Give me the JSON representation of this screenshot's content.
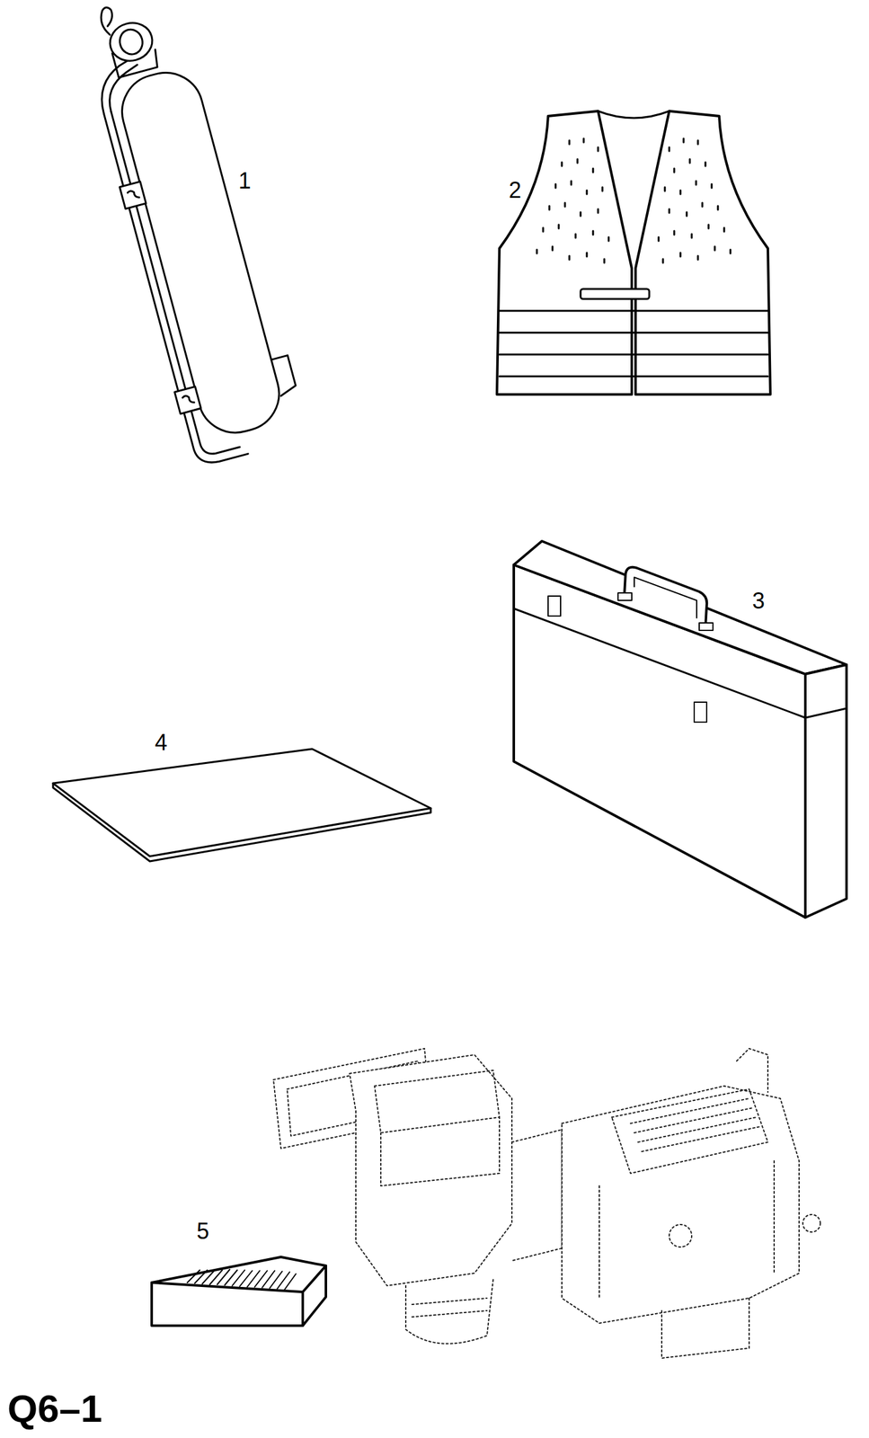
{
  "diagram": {
    "labels": [
      "1",
      "2",
      "3",
      "4",
      "5",
      "Q6–1"
    ]
  }
}
